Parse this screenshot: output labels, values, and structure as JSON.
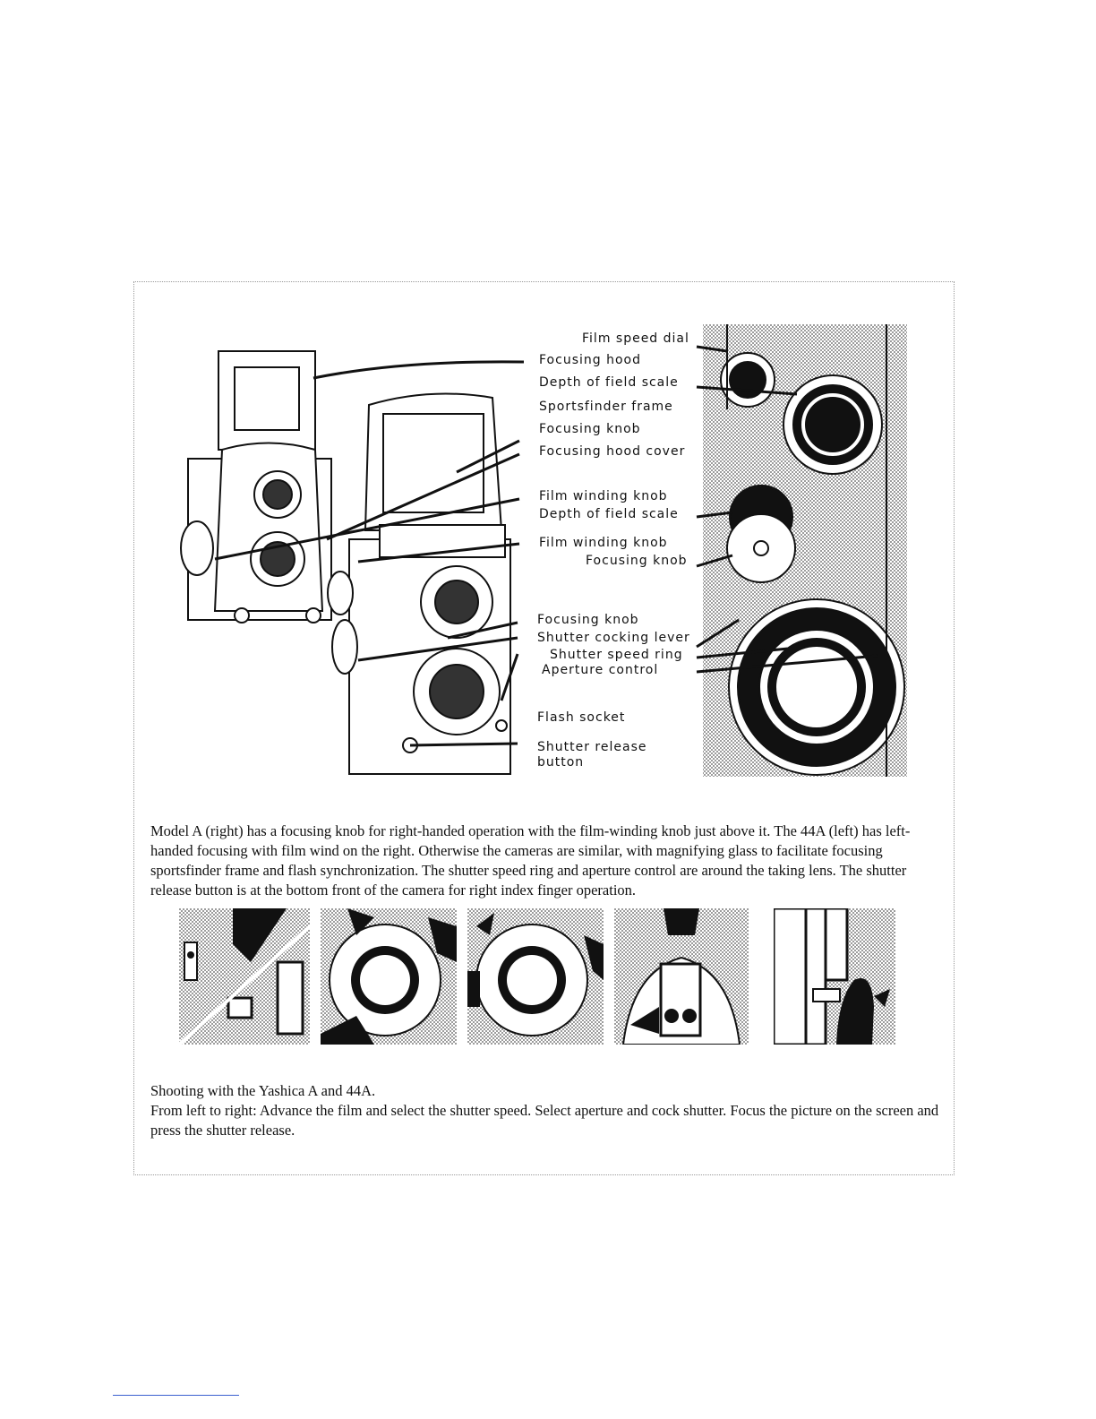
{
  "figure_labels": {
    "film_speed_dial": "Film speed dial",
    "focusing_hood": "Focusing hood",
    "depth_of_field_scale_1": "Depth of field scale",
    "sportsfinder_frame": "Sportsfinder frame",
    "focusing_knob_1": "Focusing knob",
    "focusing_hood_cover": "Focusing hood cover",
    "film_winding_knob_1": "Film winding knob",
    "depth_of_field_scale_2": "Depth of field scale",
    "film_winding_knob_2": "Film winding knob",
    "focusing_knob_2": "Focusing knob",
    "focusing_knob_3": "Focusing knob",
    "shutter_cocking_lever": "Shutter cocking lever",
    "shutter_speed_ring": "Shutter speed ring",
    "aperture_control": "Aperture control",
    "flash_socket": "Flash socket",
    "shutter_release_line1": "Shutter release",
    "shutter_release_line2": "button"
  },
  "caption_main": "Model A (right) has a focusing knob for right-handed operation with the film-winding knob just above it. The 44A (left) has left-handed focusing with film wind on the right. Otherwise the cameras are similar, with magnifying glass to facilitate focusing sportsfinder frame and flash synchronization. The shutter speed ring and aperture control are around the taking lens. The shutter release button is at the bottom front of the camera for right index finger operation.",
  "caption_shooting_line1": "Shooting with the Yashica A and 44A.",
  "caption_shooting_line2": "From left to right: Advance the film and select the shutter speed. Select aperture and cock shutter. Focus the picture on the screen and press the shutter release."
}
